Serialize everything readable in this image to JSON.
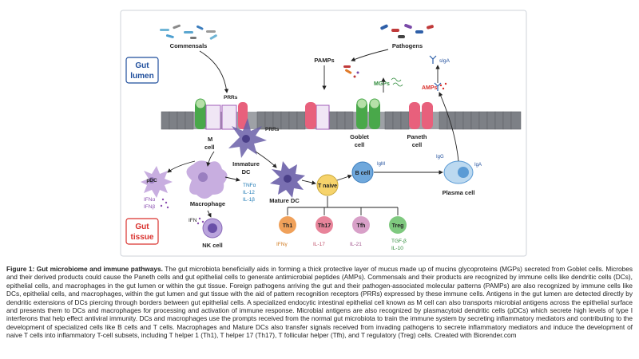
{
  "regions": {
    "gut_lumen": [
      "Gut",
      "lumen"
    ],
    "gut_tissue": [
      "Gut",
      "tissue"
    ]
  },
  "labels": {
    "commensals": "Commensals",
    "pathogens": "Pathogens",
    "pamps": "PAMPs",
    "siga": "sIgA",
    "mgps": "MGPs",
    "amps": "AMPs",
    "prrs_top": "PRRs",
    "prrs_mid": "PRRs",
    "m_cell": [
      "M",
      "cell"
    ],
    "goblet_cell": [
      "Goblet",
      "cell"
    ],
    "paneth_cell": [
      "Paneth",
      "cell"
    ],
    "immature_dc": [
      "Immature",
      "DC"
    ],
    "pdc": "pDC",
    "ifna": "IFNα",
    "ifnb": "IFNβ",
    "macrophage": "Macrophage",
    "ifn": "IFN",
    "nk_cell": "NK cell",
    "tnfa": "TNFα",
    "il12": "IL-12",
    "il1b": "IL-1β",
    "mature_dc": "Mature DC",
    "t_naive": "T naive",
    "b_cell": "B cell",
    "igm": "IgM",
    "igg": "IgG",
    "iga": "IgA",
    "plasma_cell": "Plasma cell",
    "th1": "Th1",
    "th17": "Th17",
    "tfh": "Tfh",
    "treg": "Treg",
    "ifng": "IFNγ",
    "il17": "IL-17",
    "il21": "IL-21",
    "tgfb": "TGF-β",
    "il10": "IL-10"
  },
  "colors": {
    "lumen_label": "#1f4e9c",
    "tissue_label": "#d9302c",
    "mgps": "#2e8b3a",
    "amps": "#d9302c",
    "dc": "#6a5fa8",
    "goblet": "#49a84a",
    "paneth": "#e8607c",
    "plasma": "#5b9bd5",
    "nk": "#8a6bb8",
    "th1": "#f0a15a",
    "th17": "#e8849a",
    "tfh": "#d8a0c8",
    "treg": "#7fc97f"
  },
  "caption": {
    "title": "Figure 1: Gut microbiome and immune pathways.",
    "body": " The gut microbiota beneficially aids in forming a thick protective layer of mucus made up of mucins glycoproteins (MGPs) secreted from Goblet cells. Microbes and their derived products could cause the Paneth cells and gut epithelial cells to generate antimicrobial peptides (AMPs). Commensals and their products are recognized by immune cells like dendritic cells (DCs), epithelial cells, and macrophages in the gut lumen or within the gut tissue. Foreign pathogens arriving the gut and their pathogen-associated molecular patterns (PAMPs) are also recognized by immune cells like DCs, epithelial cells, and macrophages, within the gut lumen and gut tissue with the aid of pattern recognition receptors (PRRs) expressed by these immune cells. Antigens in the gut lumen are detected directly by dendritic extensions of DCs piercing through borders between gut epithelial cells. A specialized endocytic intestinal epithelial cell known as M cell can also transports microbial antigens across the epithelial surface and presents them to DCs and macrophages for processing and activation of immune response. Microbial antigens are also recognized by plasmacytoid dendritic cells (pDCs) which secrete high levels of type I interferons that help effect antiviral immunity. DCs and macrophages use the prompts received from the normal gut microbiota to train the immune system by secreting inflammatory mediators and contributing to the development of specialized cells like B cells and T cells. Macrophages and Mature DCs also transfer signals received from invading pathogens to secrete inflammatory mediators and induce the development of naive T cells into inflammatory T-cell subsets, including T helper 1 (Th1), T helper 17 (Th17), T follicular helper (Tfh), and T regulatory (Treg) cells. Created with Biorender.com"
  }
}
